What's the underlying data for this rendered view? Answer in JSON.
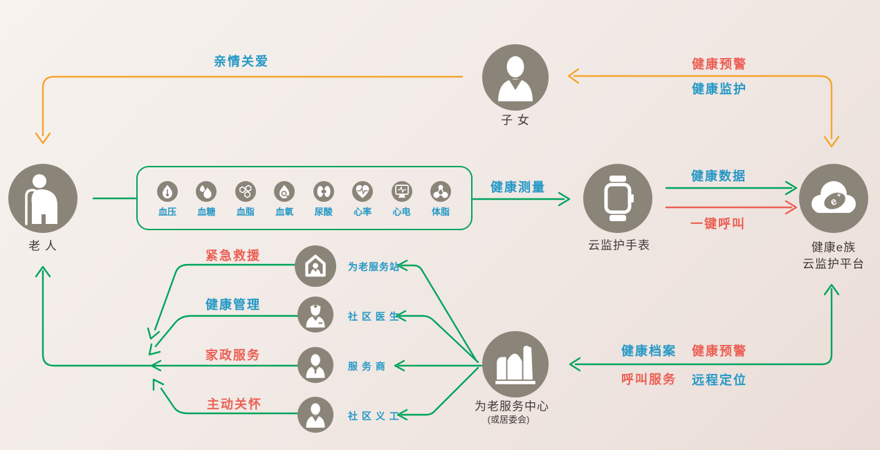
{
  "nodes": {
    "children": {
      "label": "子 女"
    },
    "elder": {
      "label": "老 人"
    },
    "watch": {
      "label": "云监护手表"
    },
    "platform": {
      "label1": "健康e族",
      "label2": "云监护平台"
    },
    "service_center": {
      "label": "为老服务中心",
      "sublabel": "(或居委会)"
    }
  },
  "providers": [
    {
      "label": "为老服务站"
    },
    {
      "label": "社 区 医 生"
    },
    {
      "label": "服 务 商"
    },
    {
      "label": "社 区 义 工"
    }
  ],
  "measurements": [
    {
      "label": "血压"
    },
    {
      "label": "血糖"
    },
    {
      "label": "血脂"
    },
    {
      "label": "血氧"
    },
    {
      "label": "尿酸"
    },
    {
      "label": "心率"
    },
    {
      "label": "心电"
    },
    {
      "label": "体脂"
    }
  ],
  "flow_labels": {
    "family_care": "亲情关爱",
    "health_alert_top": "健康预警",
    "health_monitor": "健康监护",
    "health_measure": "健康测量",
    "health_data": "健康数据",
    "one_key_call": "一键呼叫",
    "emergency_rescue": "紧急救援",
    "health_manage": "健康管理",
    "housekeeping": "家政服务",
    "active_care": "主动关怀",
    "health_record": "健康档案",
    "health_alert_bottom": "健康预警",
    "call_service": "呼叫服务",
    "remote_locate": "远程定位"
  },
  "colors": {
    "accent_green": "#00a45d",
    "accent_orange": "#f4a62f",
    "accent_red": "#ec6055",
    "accent_blue": "#2598c6",
    "icon_gray": "#8b8478",
    "text_dark": "#3f3b37"
  }
}
